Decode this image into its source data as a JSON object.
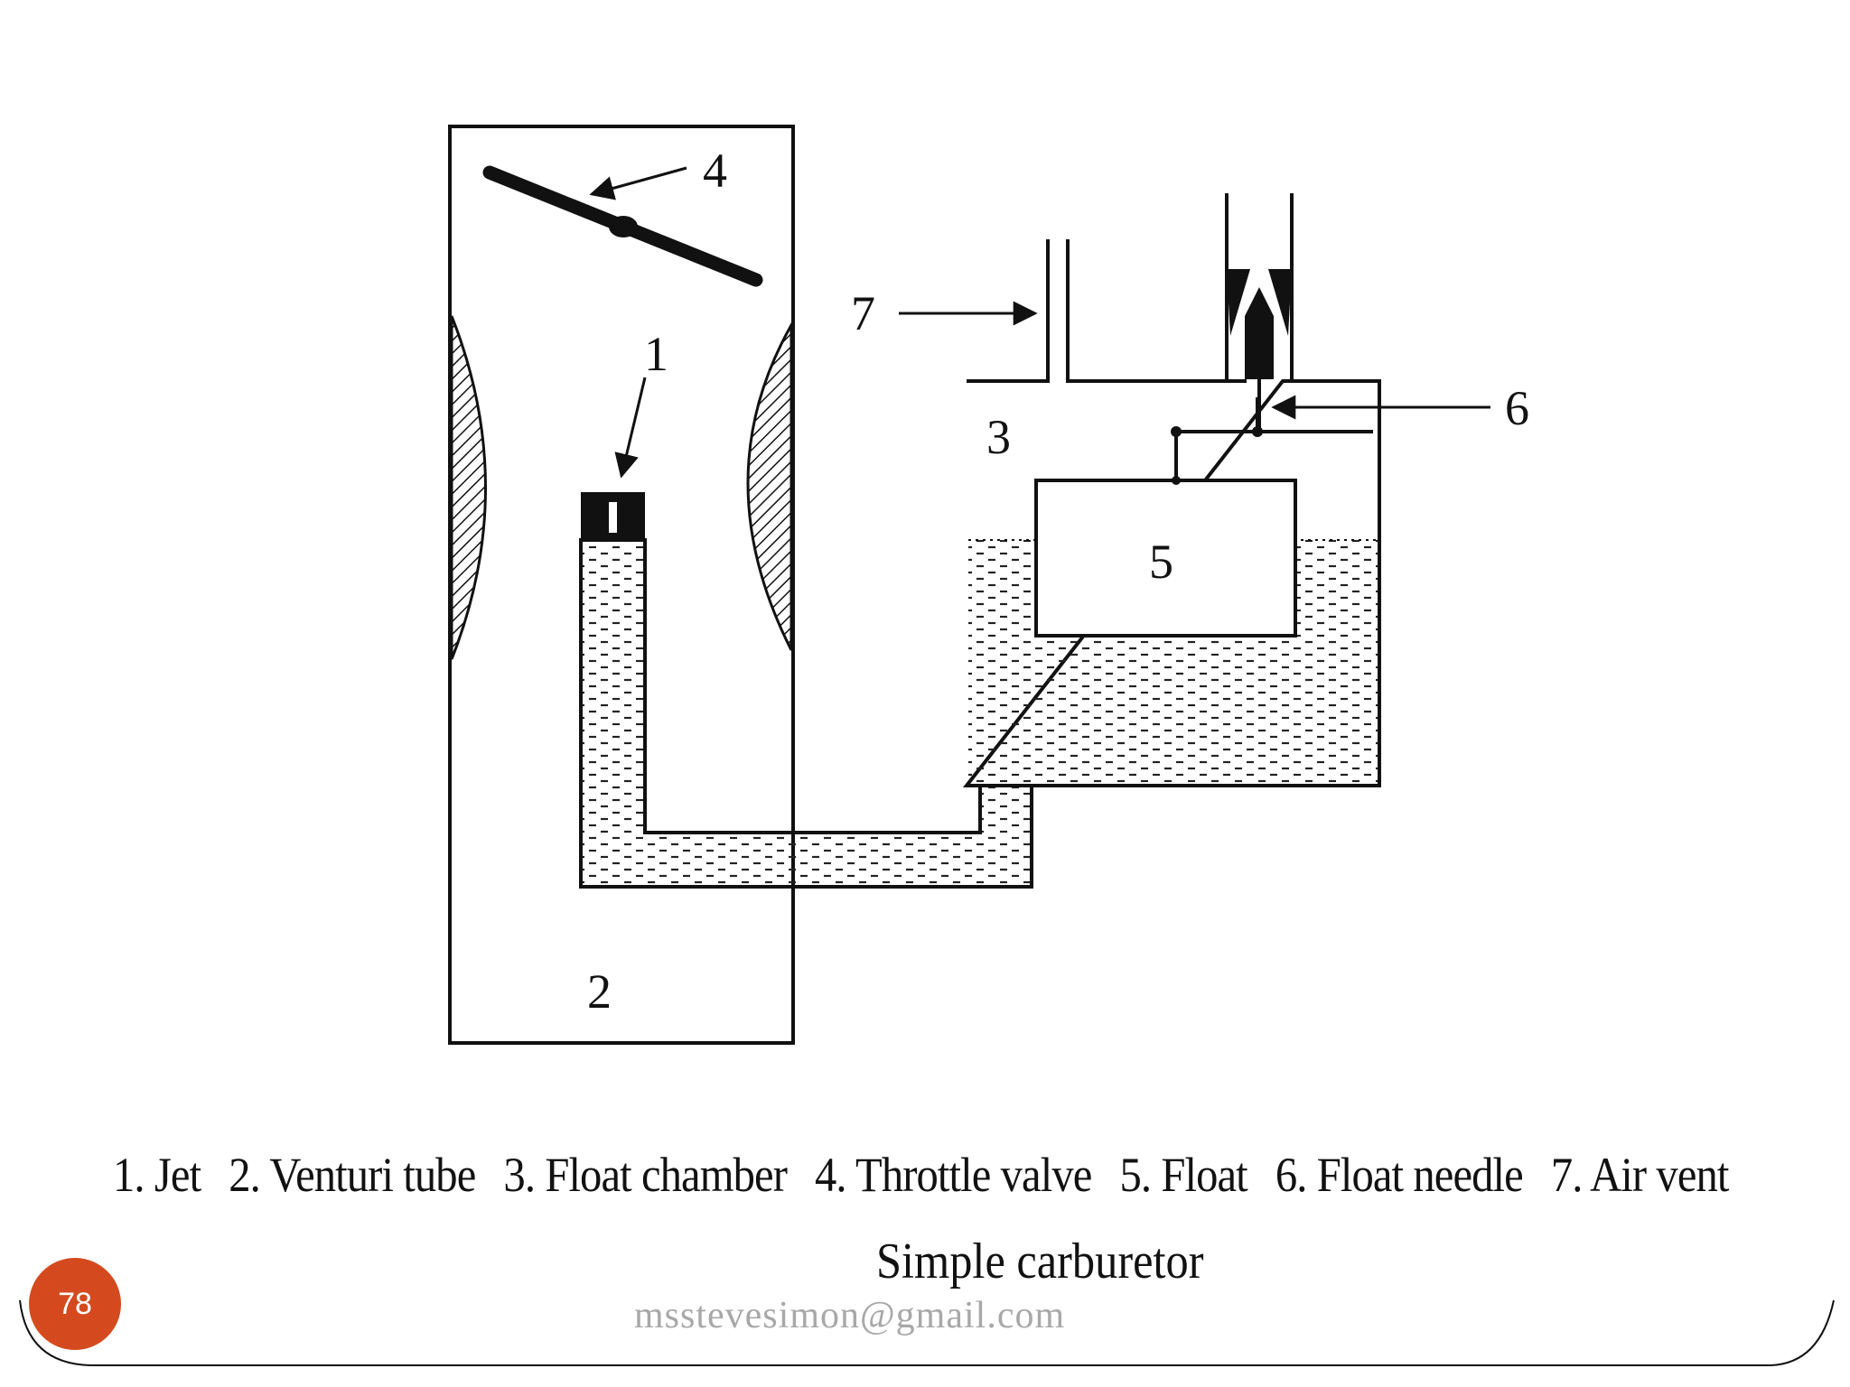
{
  "diagram": {
    "callouts": [
      "1",
      "2",
      "3",
      "4",
      "5",
      "6",
      "7"
    ]
  },
  "caption": {
    "items": [
      "1. Jet",
      "2. Venturi tube",
      "3. Float chamber",
      "4. Throttle valve",
      "5. Float",
      "6. Float needle",
      "7. Air vent"
    ]
  },
  "title": "Simple carburetor",
  "footer": {
    "email": "msstevesimon@gmail.com",
    "page_number": "78"
  },
  "colors": {
    "badge": "#d44a1e",
    "line": "#111111",
    "email": "#a8a8a8"
  }
}
